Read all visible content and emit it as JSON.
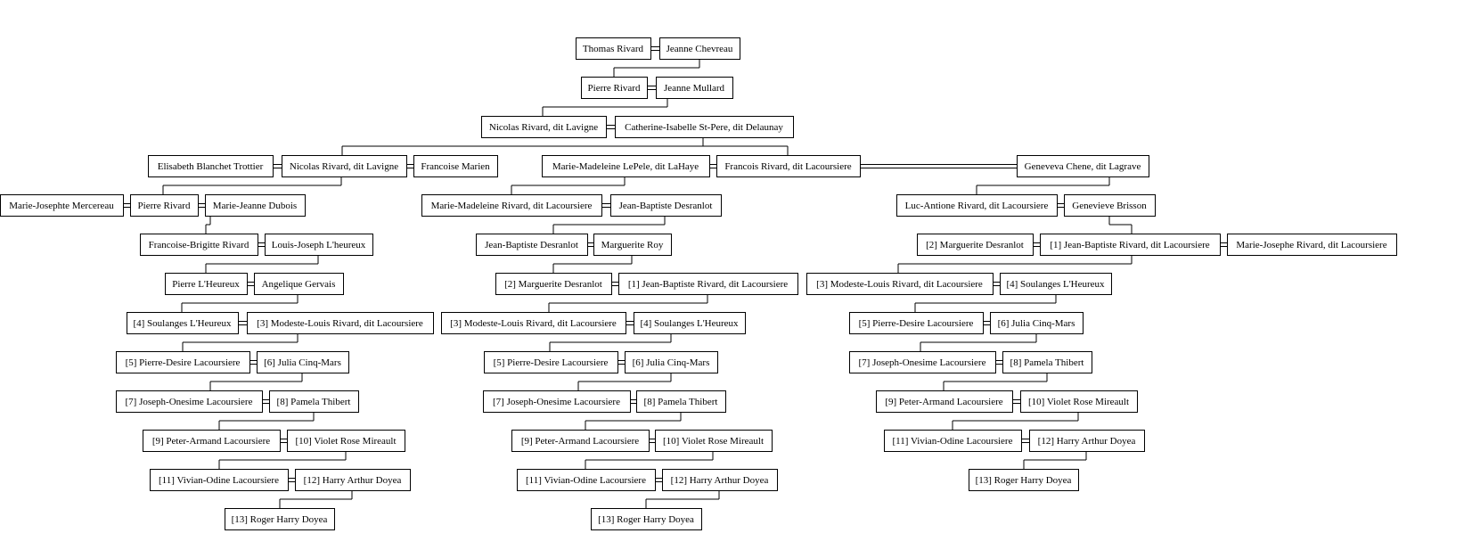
{
  "people": {
    "thomas": "Thomas Rivard",
    "jeanne_c": "Jeanne Chevreau",
    "pierre1": "Pierre Rivard",
    "jeanne_m": "Jeanne Mullard",
    "nicolas1": "Nicolas Rivard, dit Lavigne",
    "catherine": "Catherine-Isabelle St-Pere, dit Delaunay",
    "elisabeth": "Elisabeth Blanchet Trottier",
    "nicolas2": "Nicolas Rivard, dit Lavigne",
    "francoise_m": "Francoise Marien",
    "mm_lepele": "Marie-Madeleine LePele, dit LaHaye",
    "francois": "Francois Rivard, dit Lacoursiere",
    "geneveva": "Geneveva Chene, dit Lagrave",
    "mj_mercereau": "Marie-Josephte Mercereau",
    "pierre2": "Pierre Rivard",
    "mj_dubois": "Marie-Jeanne Dubois",
    "mm_rivard": "Marie-Madeleine Rivard, dit Lacoursiere",
    "jb_desranlot1": "Jean-Baptiste Desranlot",
    "luc": "Luc-Antione Rivard, dit Lacoursiere",
    "gen_brisson": "Genevieve Brisson",
    "fb_rivard": "Francoise-Brigitte Rivard",
    "lj_lheureux": "Louis-Joseph L'heureux",
    "jb_desranlot2": "Jean-Baptiste Desranlot",
    "marg_roy": "Marguerite Roy",
    "marg_desranlot": "[2] Marguerite Desranlot",
    "jb_rivard": "[1] Jean-Baptiste Rivard, dit Lacoursiere",
    "mj_rivard": "Marie-Josephe Rivard, dit Lacoursiere",
    "pierre_lheureux": "Pierre L'Heureux",
    "angelique": "Angelique Gervais",
    "soulanges": "[4] Soulanges L'Heureux",
    "modeste": "[3] Modeste-Louis Rivard, dit Lacoursiere",
    "pierre_desire": "[5] Pierre-Desire Lacoursiere",
    "julia": "[6] Julia Cinq-Mars",
    "joseph_onesime": "[7] Joseph-Onesime Lacoursiere",
    "pamela": "[8] Pamela Thibert",
    "peter": "[9] Peter-Armand Lacoursiere",
    "violet": "[10] Violet Rose Mireault",
    "vivian": "[11] Vivian-Odine Lacoursiere",
    "harry": "[12] Harry Arthur Doyea",
    "roger": "[13] Roger Harry Doyea"
  },
  "marriage_symbol": "="
}
